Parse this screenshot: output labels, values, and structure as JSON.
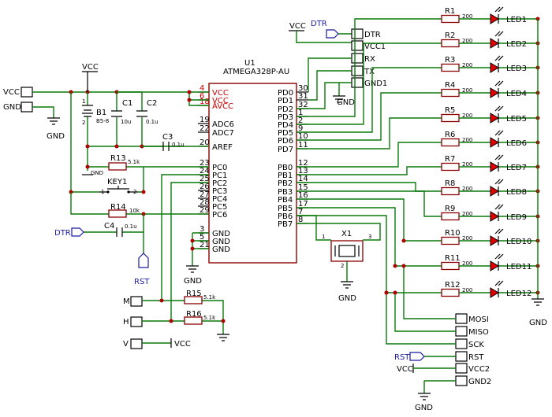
{
  "title": "",
  "mcu": {
    "ref": "U1",
    "part": "ATMEGA328P-AU",
    "left_pins": [
      {
        "num": "4",
        "name": "VCC",
        "power": true
      },
      {
        "num": "6",
        "name": "VCC",
        "power": true
      },
      {
        "num": "18",
        "name": "AVCC",
        "power": true
      },
      {
        "num": "19",
        "name": "ADC6",
        "power": false
      },
      {
        "num": "22",
        "name": "ADC7",
        "power": false
      },
      {
        "num": "20",
        "name": "AREF",
        "power": false
      },
      {
        "num": "23",
        "name": "PC0",
        "power": false
      },
      {
        "num": "24",
        "name": "PC1",
        "power": false
      },
      {
        "num": "25",
        "name": "PC2",
        "power": false
      },
      {
        "num": "26",
        "name": "PC3",
        "power": false
      },
      {
        "num": "27",
        "name": "PC4",
        "power": false
      },
      {
        "num": "28",
        "name": "PC5",
        "power": false
      },
      {
        "num": "29",
        "name": "PC6",
        "power": false
      },
      {
        "num": "3",
        "name": "GND",
        "power": false
      },
      {
        "num": "5",
        "name": "GND",
        "power": false
      },
      {
        "num": "21",
        "name": "GND",
        "power": false
      }
    ],
    "right_pins": [
      {
        "num": "30",
        "name": "PD0"
      },
      {
        "num": "31",
        "name": "PD1"
      },
      {
        "num": "32",
        "name": "PD2"
      },
      {
        "num": "1",
        "name": "PD3"
      },
      {
        "num": "2",
        "name": "PD4"
      },
      {
        "num": "9",
        "name": "PD5"
      },
      {
        "num": "10",
        "name": "PD6"
      },
      {
        "num": "11",
        "name": "PD7"
      },
      {
        "num": "12",
        "name": "PB0"
      },
      {
        "num": "13",
        "name": "PB1"
      },
      {
        "num": "14",
        "name": "PB2"
      },
      {
        "num": "15",
        "name": "PB3"
      },
      {
        "num": "16",
        "name": "PB4"
      },
      {
        "num": "17",
        "name": "PB5"
      },
      {
        "num": "7",
        "name": "PB6"
      },
      {
        "num": "8",
        "name": "PB7"
      }
    ]
  },
  "leds": [
    {
      "res": "R1",
      "value": "200",
      "led": "LED1"
    },
    {
      "res": "R2",
      "value": "200",
      "led": "LED2"
    },
    {
      "res": "R3",
      "value": "200",
      "led": "LED3"
    },
    {
      "res": "R4",
      "value": "200",
      "led": "LED4"
    },
    {
      "res": "R5",
      "value": "200",
      "led": "LED5"
    },
    {
      "res": "R6",
      "value": "200",
      "led": "LED6"
    },
    {
      "res": "R7",
      "value": "200",
      "led": "LED7"
    },
    {
      "res": "R8",
      "value": "200",
      "led": "LED8"
    },
    {
      "res": "R9",
      "value": "200",
      "led": "LED9"
    },
    {
      "res": "R10",
      "value": "200",
      "led": "LED10"
    },
    {
      "res": "R11",
      "value": "200",
      "led": "LED11"
    },
    {
      "res": "R12",
      "value": "200",
      "led": "LED12"
    }
  ],
  "labels": {
    "vcc": "VCC",
    "gnd": "GND",
    "dtr": "DTR",
    "rst": "RST",
    "m": "M",
    "h": "H",
    "v": "V",
    "b1": "B1",
    "b1_type": "B5-8",
    "c1": "C1",
    "c1_val": "10u",
    "c2": "C2",
    "c2_val": "0.1u",
    "c3": "C3",
    "c3_val": "0.1u",
    "c4": "C4",
    "c4_val": "0.1u",
    "r13": "R13",
    "r13_val": "5.1k",
    "r14": "R14",
    "r14_val": "10k",
    "r15": "R15",
    "r15_val": "5.1k",
    "r16": "R16",
    "r16_val": "5.1k",
    "key1": "KEY1",
    "key_p1": "1",
    "key_p2": "2",
    "x1": "X1",
    "x1_p1": "1",
    "x1_p2": "2",
    "x1_p3": "3",
    "batt_p1": "1",
    "batt_p2": "2"
  },
  "header_top": [
    "DTR",
    "VCC1",
    "RX",
    "TX",
    "GND1"
  ],
  "header_bottom": [
    "MOSI",
    "MISO",
    "SCK",
    "RST",
    "VCC2",
    "GND2"
  ]
}
